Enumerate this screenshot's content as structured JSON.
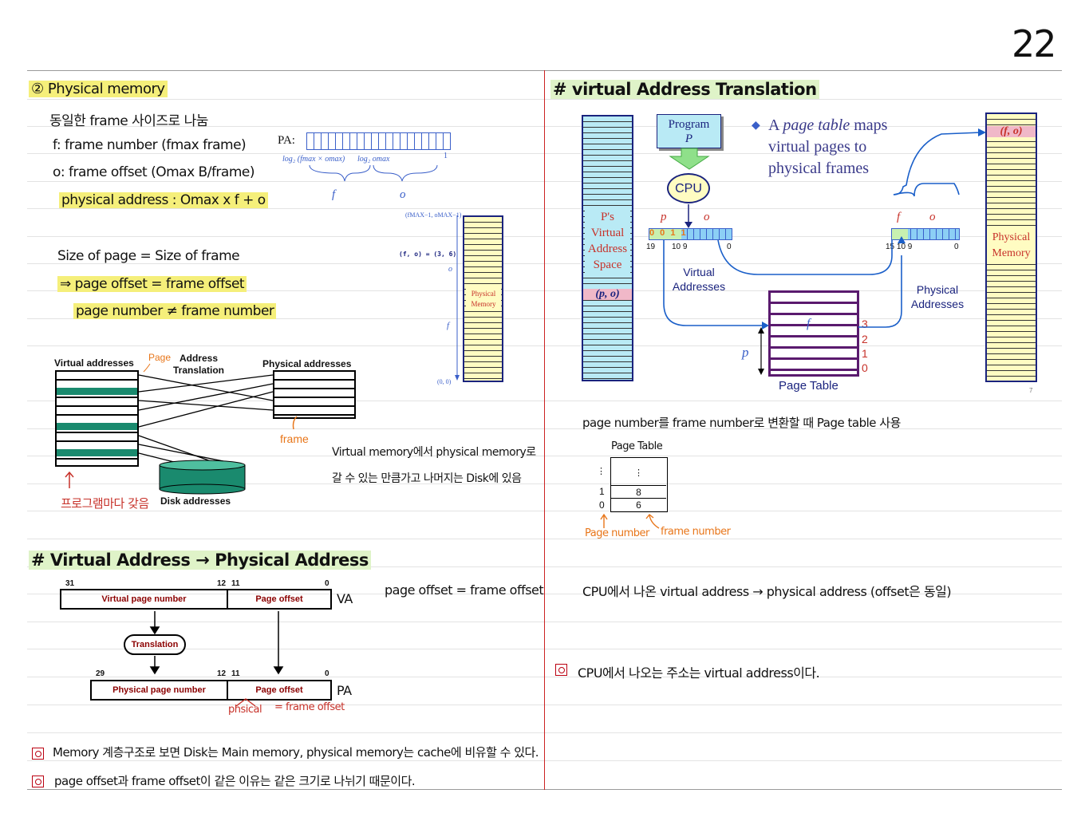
{
  "page_number": "22",
  "left": {
    "section1": {
      "title": "② Physical memory",
      "line1": "동일한 frame 사이즈로 나눔",
      "line2": "f: frame number (fmax frame)",
      "line3": "o: frame offset (Omax B/frame)",
      "line4": "physical address : Omax x f + o",
      "line5": "Size of page = Size of frame",
      "line6": "⇒ page offset = frame offset",
      "line7": "page number ≠ frame number"
    },
    "pa_diagram": {
      "label": "PA:",
      "left_formula": "log₂ (fmax × omax)",
      "mid_formula": "log₂ omax",
      "right_tick": "1",
      "f": "f",
      "o": "o"
    },
    "phys_mem_small": {
      "top_label": "(fMAX−1, oMAX−1)",
      "fo_label": "(f, o) = (3, 6)",
      "o": "o",
      "f": "f",
      "box_label": "Physical Memory",
      "bottom_label": "(0, 0)"
    },
    "va_map_diagram": {
      "virtual": "Virtual addresses",
      "page": "Page",
      "translation": "Address Translation",
      "physical": "Physical addresses",
      "frame": "frame",
      "disk": "Disk addresses",
      "per_program": "프로그램마다 갖음"
    },
    "note_virtual": [
      "Virtual memory에서 physical memory로",
      "갈 수 있는 만큼가고 나머지는 Disk에 있음"
    ],
    "section2": {
      "title": "# Virtual Address → Physical Address",
      "bit31": "31",
      "bit12a": "12",
      "bit11a": "11",
      "bit0a": "0",
      "vpn": "Virtual page number",
      "po1": "Page offset",
      "va": "VA",
      "translation": "Translation",
      "bit29": "29",
      "bit12b": "12",
      "bit11b": "11",
      "bit0b": "0",
      "ppn": "Physical page number",
      "po2": "Page offset",
      "pa": "PA",
      "physical": "phsical",
      "frame_offset": "= frame offset",
      "note": "page offset = frame offset"
    },
    "notes": [
      "Memory 계층구조로 보면 Disk는 Main memory, physical memory는 cache에 비유할 수 있다.",
      "page offset과 frame offset이 같은 이유는 같은 크기로 나뉘기 때문이다."
    ]
  },
  "right": {
    "title": "# virtual Address Translation",
    "program": "Program",
    "program_p": "P",
    "cpu": "CPU",
    "bullet": "A page table maps virtual pages to physical frames",
    "bullet_a": "A",
    "bullet_em": "page table",
    "bullet_rest1": "maps",
    "bullet_rest2": "virtual pages to",
    "bullet_rest3": "physical frames",
    "ps_space": "P's Virtual Address Space",
    "po_label": "(p, o)",
    "p": "p",
    "o": "o",
    "va_bits": [
      "19",
      "10 9",
      "0"
    ],
    "va_fill": "0 0 1 1",
    "virtual_addresses": "Virtual Addresses",
    "f": "f",
    "pa_bits": [
      "15 10 9",
      "0"
    ],
    "physical_addresses": "Physical Addresses",
    "fo_label": "(f, o)",
    "physical_memory": "Physical Memory",
    "page_table": "Page Table",
    "pt_f": "f",
    "pt_p": "p",
    "pt_index": [
      "3",
      "2",
      "1",
      "0"
    ],
    "slide_no": "7",
    "note1": "page number를 frame number로 변환할 때 Page table 사용",
    "small_pt_title": "Page Table",
    "small_pt_rows": [
      "⋮",
      "8",
      "6"
    ],
    "small_pt_index": [
      "⋮",
      "1",
      "0"
    ],
    "page_number_label": "Page number",
    "frame_number_label": "frame number",
    "note2": "CPU에서 나온 virtual address → physical address (offset은 동일)",
    "note3": "CPU에서 나오는 주소는 virtual address이다."
  }
}
